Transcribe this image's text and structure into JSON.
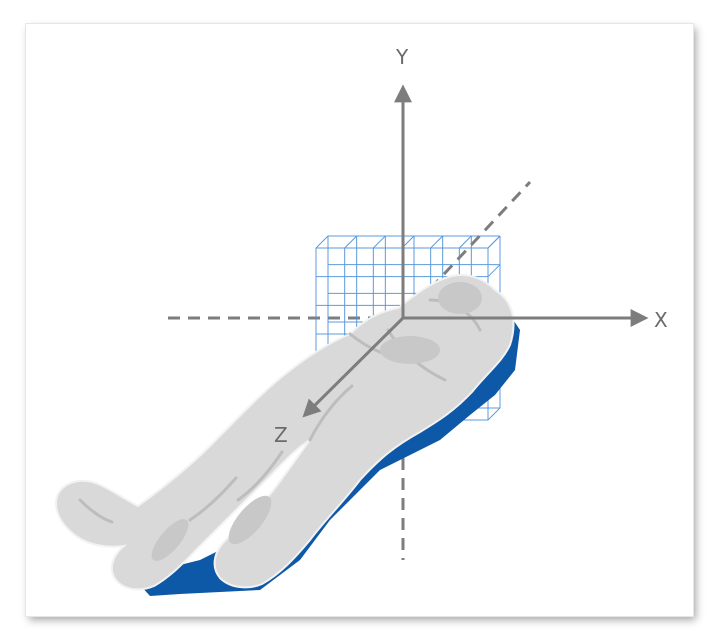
{
  "axes": {
    "x_label": "X",
    "y_label": "Y",
    "z_label": "Z"
  },
  "colors": {
    "axis": "#7d7d7d",
    "grid": "#4a90d9",
    "body_fill": "#d9d9d9",
    "body_stroke": "#efefef",
    "body_shadow": "#0e58a8"
  },
  "icons": {
    "figure": "supine-human-figure",
    "grid": "voxel-grid"
  }
}
